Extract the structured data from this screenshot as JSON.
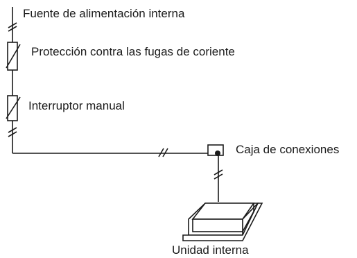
{
  "labels": {
    "power_source": "Fuente de alimentación interna",
    "leakage_protection": "Protección contra las fugas de coriente",
    "manual_switch": "Interruptor manual",
    "junction_box": "Caja de conexiones",
    "indoor_unit": "Unidad interna"
  },
  "colors": {
    "line": "#1a1a1a",
    "background": "#ffffff"
  }
}
